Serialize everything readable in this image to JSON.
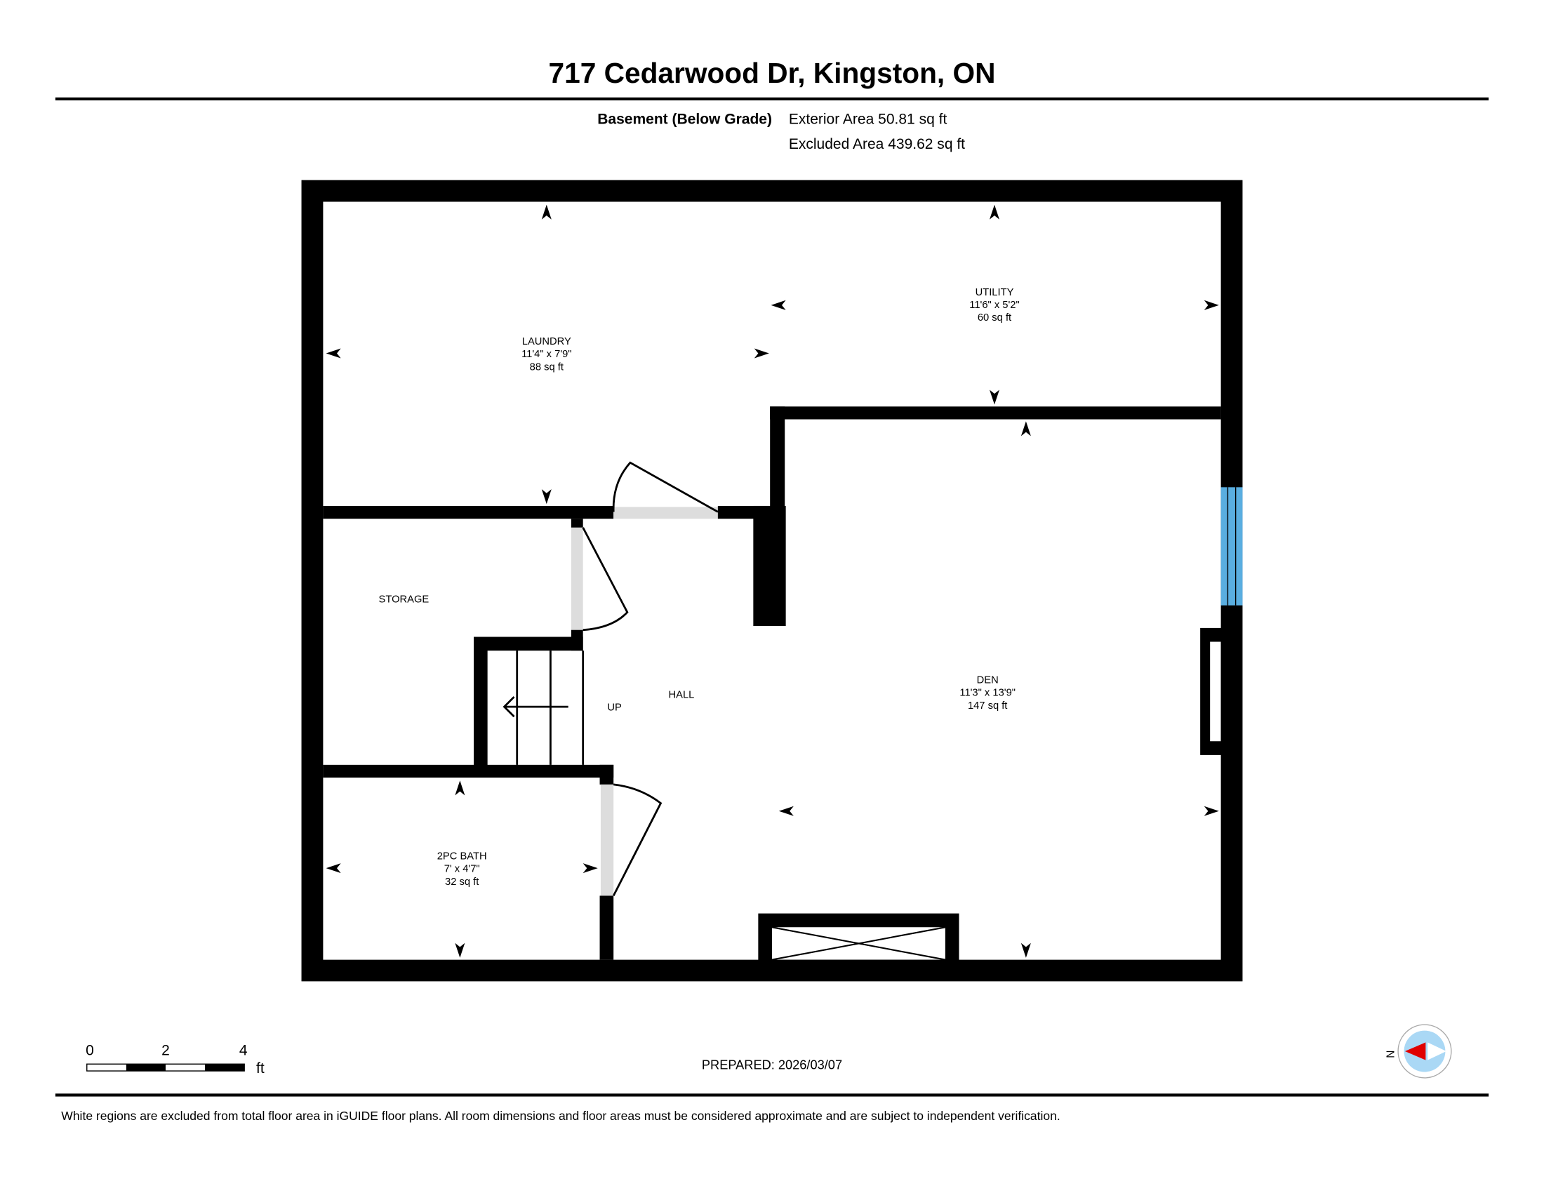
{
  "header": {
    "title": "717 Cedarwood Dr, Kingston, ON",
    "level": "Basement (Below Grade)",
    "exterior_area": "Exterior Area 50.81 sq ft",
    "excluded_area": "Excluded Area 439.62 sq ft"
  },
  "rooms": {
    "laundry": {
      "name": "LAUNDRY",
      "dims": "11'4\" x 7'9\"",
      "area": "88 sq ft"
    },
    "utility": {
      "name": "UTILITY",
      "dims": "11'6\" x 5'2\"",
      "area": "60 sq ft"
    },
    "storage": {
      "name": "STORAGE"
    },
    "hall": {
      "name": "HALL"
    },
    "stairs": {
      "label": "UP"
    },
    "den": {
      "name": "DEN",
      "dims": "11'3\" x 13'9\"",
      "area": "147 sq ft"
    },
    "bath": {
      "name": "2PC BATH",
      "dims": "7' x 4'7\"",
      "area": "32 sq ft"
    }
  },
  "scale_bar": {
    "ticks": [
      "0",
      "2",
      "4"
    ],
    "unit": "ft"
  },
  "prepared": "PREPARED: 2026/03/07",
  "compass": {
    "label": "N"
  },
  "footer": {
    "disclaimer": "White regions are excluded from total floor area in iGUIDE floor plans. All room dimensions and floor areas must be considered approximate and are subject to independent verification."
  },
  "colors": {
    "window": "#5aaee0",
    "compass_fill": "#aad8f5",
    "compass_needle": "#e00000"
  }
}
